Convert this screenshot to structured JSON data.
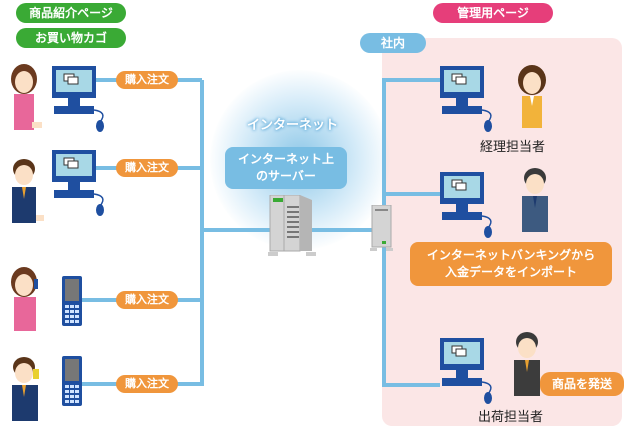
{
  "badges": {
    "product_page": "商品紹介ページ",
    "cart": "お買い物カゴ",
    "admin_page": "管理用ページ",
    "internal": "社内"
  },
  "internet": {
    "label": "インターネット",
    "server_label": "インターネット上のサーバー",
    "server_line1": "インターネット上",
    "server_line2": "のサーバー"
  },
  "customers": [
    {
      "type": "woman-pc",
      "device": "computer",
      "action": "購入注文"
    },
    {
      "type": "man-pc",
      "device": "computer",
      "action": "購入注文"
    },
    {
      "type": "woman-phone",
      "device": "mobile-phone",
      "action": "購入注文"
    },
    {
      "type": "man-phone",
      "device": "mobile-phone",
      "action": "購入注文"
    }
  ],
  "staff": [
    {
      "role": "経理担当者"
    },
    {
      "role": "",
      "note_line1": "インターネットバンキングから",
      "note_line2": "入金データをインポート"
    },
    {
      "role": "出荷担当者",
      "note": "商品を発送"
    }
  ],
  "colors": {
    "line": "#78bde3",
    "green": "#3aaa35",
    "pink": "#e63e7a",
    "orange": "#f0963c",
    "zone": "#fbe6e6"
  }
}
